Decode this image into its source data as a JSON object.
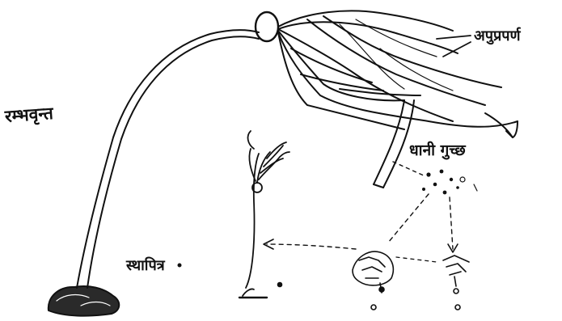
{
  "labels": {
    "stipe": "रम्भवृन्त",
    "lamina": "अपुप्रपर्ण",
    "sporangia": "धानी गुच्छ",
    "holdfast": "स्थापित्र"
  },
  "colors": {
    "ink": "#111111",
    "paper": "#ffffff",
    "holdfast_fill": "#2a2a2a"
  }
}
